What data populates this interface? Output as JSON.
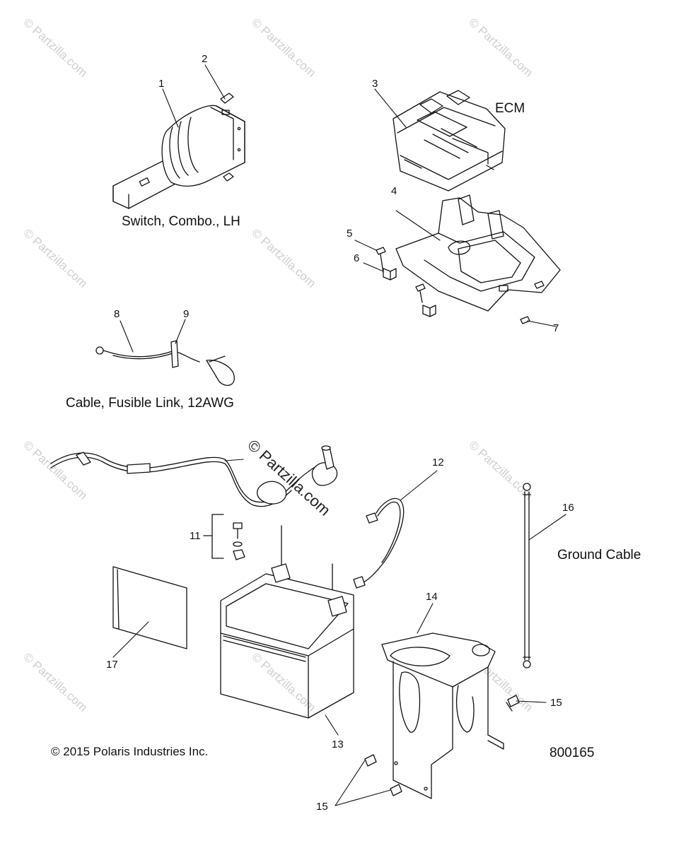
{
  "captions": {
    "switch": "Switch, Combo., LH",
    "ecm": "ECM",
    "cable": "Cable, Fusible Link, 12AWG",
    "ground": "Ground Cable",
    "copyright": "© 2015 Polaris Industries Inc.",
    "diagram_id": "800165"
  },
  "callouts": {
    "c1": "1",
    "c2": "2",
    "c3": "3",
    "c4": "4",
    "c5": "5",
    "c6": "6",
    "c7": "7",
    "c8": "8",
    "c9": "9",
    "c11": "11",
    "c12": "12",
    "c13": "13",
    "c14": "14",
    "c15a": "15",
    "c15b": "15",
    "c16": "16",
    "c17": "17"
  },
  "watermark": {
    "text": "© Partzilla.com",
    "center_text": "© Partzilla.com"
  },
  "colors": {
    "line": "#111111",
    "watermark": "#cfcfcf"
  }
}
